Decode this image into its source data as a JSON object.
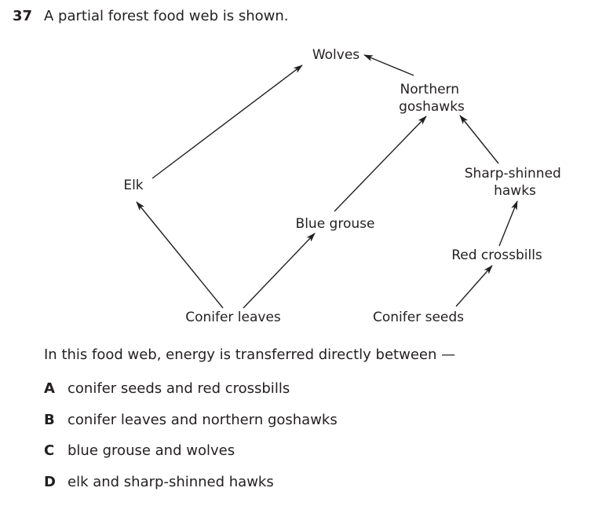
{
  "question": {
    "number": "37",
    "stem": "A partial forest food web is shown.",
    "prompt": "In this food web, energy is transferred directly between —"
  },
  "food_web": {
    "nodes": {
      "wolves": [
        "Wolves"
      ],
      "goshawks": [
        "Northern",
        "goshawks"
      ],
      "elk": [
        "Elk"
      ],
      "hawks": [
        "Sharp-shinned",
        "hawks"
      ],
      "grouse": [
        "Blue grouse"
      ],
      "crossbills": [
        "Red crossbills"
      ],
      "leaves": [
        "Conifer leaves"
      ],
      "seeds": [
        "Conifer seeds"
      ]
    },
    "edges": [
      {
        "from": "leaves",
        "to": "elk"
      },
      {
        "from": "leaves",
        "to": "grouse"
      },
      {
        "from": "elk",
        "to": "wolves"
      },
      {
        "from": "grouse",
        "to": "goshawks"
      },
      {
        "from": "goshawks",
        "to": "wolves"
      },
      {
        "from": "hawks",
        "to": "goshawks"
      },
      {
        "from": "crossbills",
        "to": "hawks"
      },
      {
        "from": "seeds",
        "to": "crossbills"
      }
    ]
  },
  "options": [
    {
      "letter": "A",
      "text": "conifer seeds and red crossbills"
    },
    {
      "letter": "B",
      "text": "conifer leaves and northern goshawks"
    },
    {
      "letter": "C",
      "text": "blue grouse and wolves"
    },
    {
      "letter": "D",
      "text": "elk and sharp-shinned hawks"
    }
  ]
}
